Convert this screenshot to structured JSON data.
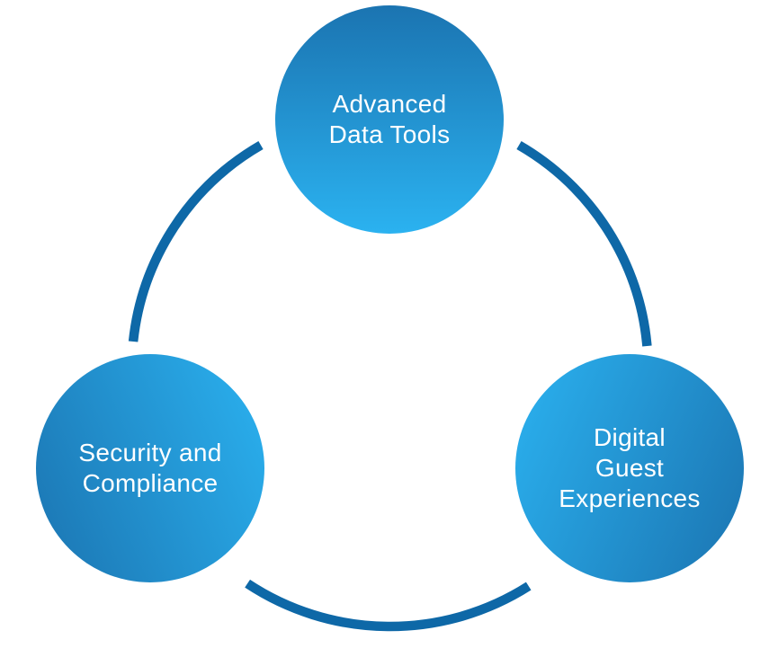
{
  "diagram": {
    "type": "cycle",
    "nodes": [
      {
        "id": "advanced-data-tools",
        "label": "Advanced Data Tools",
        "lines": [
          "Advanced",
          "Data Tools"
        ]
      },
      {
        "id": "security-and-compliance",
        "label": "Security and Compliance",
        "lines": [
          "Security and",
          "Compliance"
        ]
      },
      {
        "id": "digital-guest-experiences",
        "label": "Digital Guest Experiences",
        "lines": [
          "Digital",
          "Guest",
          "Experiences"
        ]
      }
    ],
    "links": [
      {
        "between": [
          "security-and-compliance",
          "advanced-data-tools"
        ],
        "style": "arc"
      },
      {
        "between": [
          "advanced-data-tools",
          "digital-guest-experiences"
        ],
        "style": "arc"
      },
      {
        "between": [
          "digital-guest-experiences",
          "security-and-compliance"
        ],
        "style": "arc"
      }
    ],
    "colors": {
      "circle_gradient_dark": "#1b74b1",
      "circle_gradient_light": "#2bb2f0",
      "arc": "#0e68a7",
      "text": "#ffffff",
      "background": "#ffffff"
    }
  }
}
